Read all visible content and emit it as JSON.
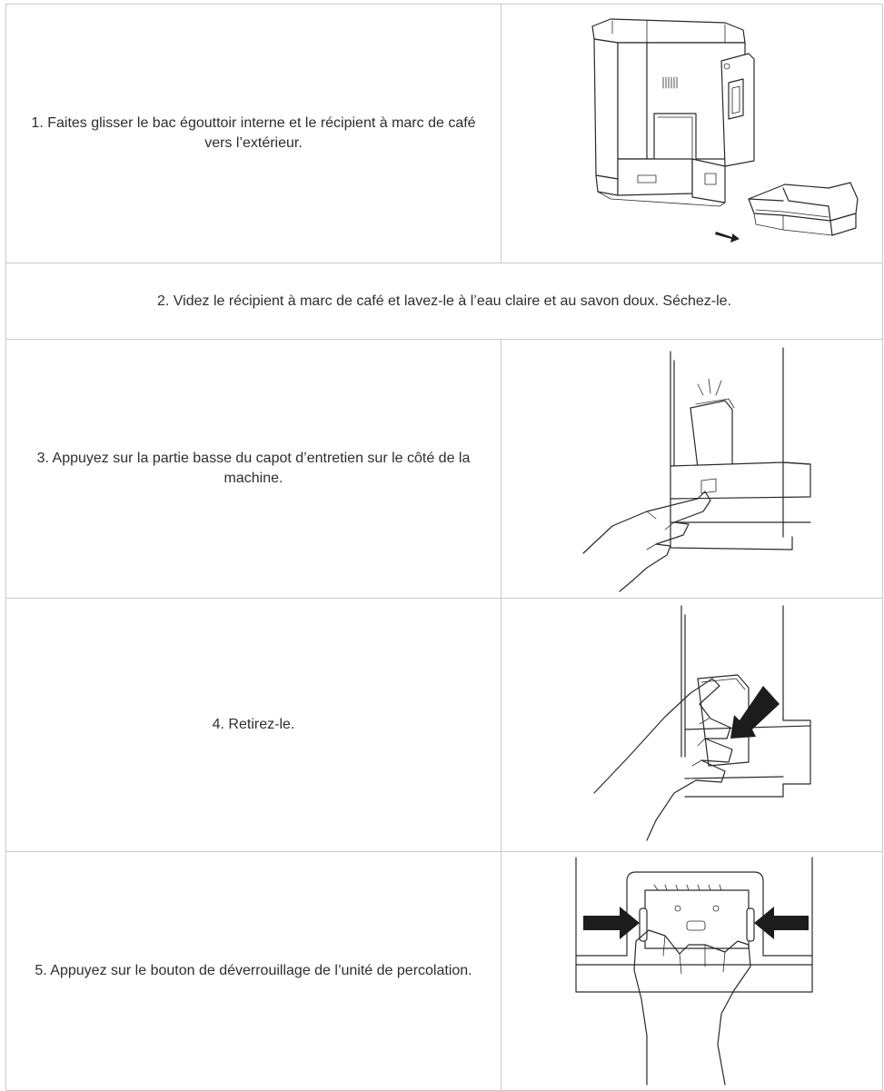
{
  "steps": [
    {
      "text": "1. Faites glisser le bac égouttoir interne et le récipient à marc de café vers l’extérieur.",
      "illustration": "coffee-machine-drip-tray-illustration"
    },
    {
      "text": "2. Videz le récipient à marc de café et lavez-le à l’eau claire et au savon doux. Séchez-le."
    },
    {
      "text": "3. Appuyez sur la partie basse du capot d’entretien sur le côté de la machine.",
      "illustration": "service-cover-press-illustration"
    },
    {
      "text": "4. Retirez-le.",
      "illustration": "service-cover-remove-illustration"
    },
    {
      "text": "5. Appuyez sur le bouton de déverrouillage de l’unité de percolation.",
      "illustration": "brew-unit-release-illustration"
    }
  ],
  "colors": {
    "border": "#c9c9c9",
    "text": "#2e2e2e",
    "line_art": "#2a2a2a"
  }
}
